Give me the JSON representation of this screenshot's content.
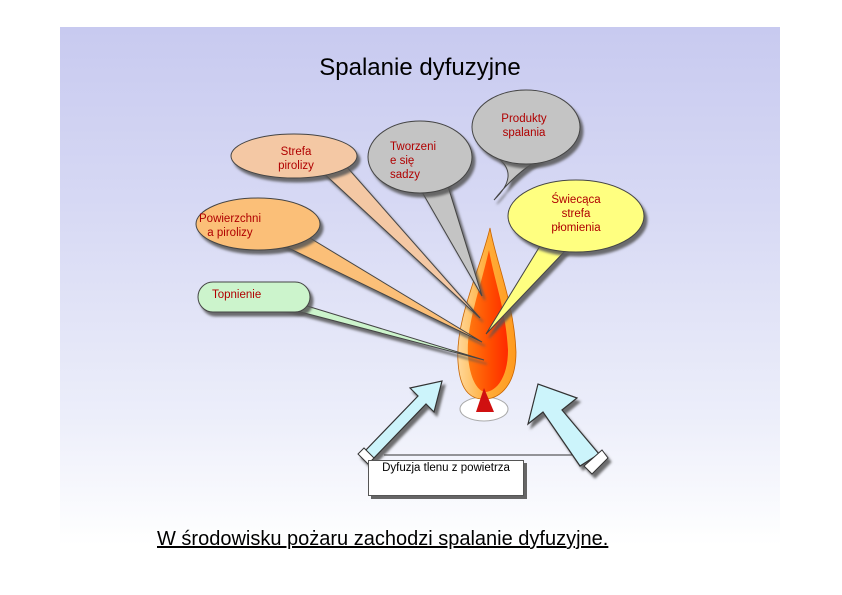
{
  "title": "Spalanie dyfuzyjne",
  "callouts": {
    "produkty": "Produkty spalania",
    "tworzenie": "Tworzeni e się sadzy",
    "strefa_pirolizy": "Strefa pirolizy",
    "swiecaca": "Świecąca strefa płomienia",
    "powierzchnia": "Powierzchni a pirolizy",
    "topnienie": "Topnienie"
  },
  "diffusion_label": "Dyfuzja tlenu z powietrza",
  "footer": "W środowisku pożaru zachodzi spalanie dyfuzyjne.",
  "colors": {
    "pyrolysis_zone": "#f4c8a4",
    "soot": "#c4c4c4",
    "products": "#c4c4c4",
    "luminous": "#ffff80",
    "pyrolysis_surface": "#fbbf78",
    "melting": "#ccf4cc",
    "flame_outer": "#ff9a1e",
    "flame_inner": "#ff3000",
    "oxygen_arrow": "#ccf4fb"
  }
}
